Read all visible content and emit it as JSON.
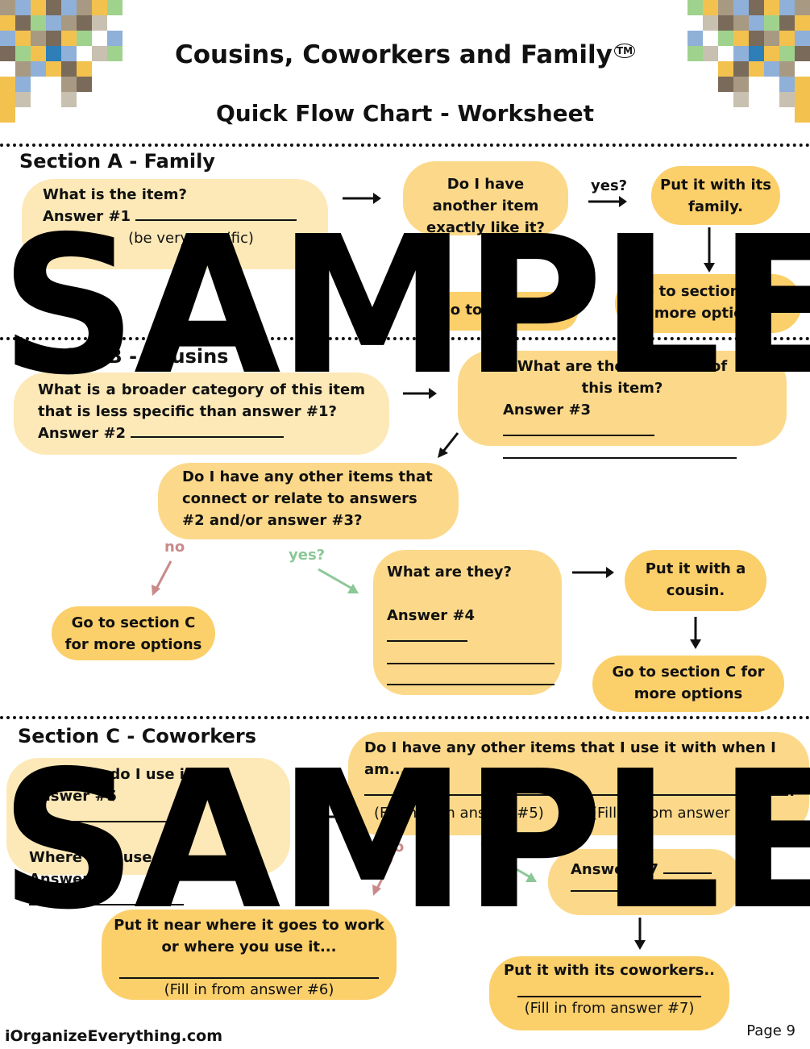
{
  "header": {
    "title": "Cousins, Coworkers and Family",
    "trademark": "TM",
    "subtitle": "Quick Flow Chart - Worksheet"
  },
  "colors": {
    "light_box": "#fde9b7",
    "mid_box": "#fcd98a",
    "dark_box": "#fbcf6a",
    "no_arrow": "#c98a8a",
    "yes_arrow": "#8cc796",
    "mosaic": [
      "#7a6a5a",
      "#a89a82",
      "#8fb0d8",
      "#f2c14e",
      "#2e7fb8",
      "#9fd28c",
      "#c8c0b0"
    ]
  },
  "section_a": {
    "heading": "Section A  - Family",
    "q1_label": "What is the item?",
    "q1_answer": "Answer #1",
    "q1_hint": "(be very specific)",
    "q2": "Do I have another item exactly like it?",
    "yes_label": "yes?",
    "result_family": "Put it with its family.",
    "go_section": "Go to section",
    "go_b": "Go to section B for more options"
  },
  "section_b": {
    "heading": "Section B - Cousins",
    "q1": "What is a broader category of this item that is less specific than answer #1?",
    "q1_answer": "Answer #2",
    "q2": "What are the functions of this item?",
    "q2_answer": "Answer #3",
    "q3": "Do I have any other items that connect or relate to answers #2 and/or answer #3?",
    "no_label": "no",
    "yes_label": "yes?",
    "go_c": "Go to section C for more options",
    "q4": "What are they?",
    "q4_answer": "Answer #4",
    "result_cousin": "Put it with a cousin.",
    "go_c2": "Go to section C for more options"
  },
  "section_c": {
    "heading": "Section C - Coworkers",
    "q1": "How do I use it?",
    "q1_answer": "Answer #5",
    "q2": "Where do I use it?",
    "q2_answer": "Answer #6",
    "q3": "Do I have any other items that I use it with when I am...",
    "q3_at": "@",
    "q3_q": "?",
    "q3_fill_a": "(Fill in from answer #5)",
    "q3_fill_b": "(Fill in from answer #6)",
    "no_label": "no",
    "yes_label": "yes?",
    "q4_answer": "Answer #7",
    "result_near": "Put it near where it goes to work or where you use it...",
    "result_near_fill": "(Fill in from answer #6)",
    "result_coworkers": "Put it with its coworkers..",
    "result_coworkers_fill": "(Fill in from answer #7)"
  },
  "watermark": "SAMPLE",
  "footer": {
    "site": "iOrganizeEverything.com",
    "page": "Page 9"
  }
}
